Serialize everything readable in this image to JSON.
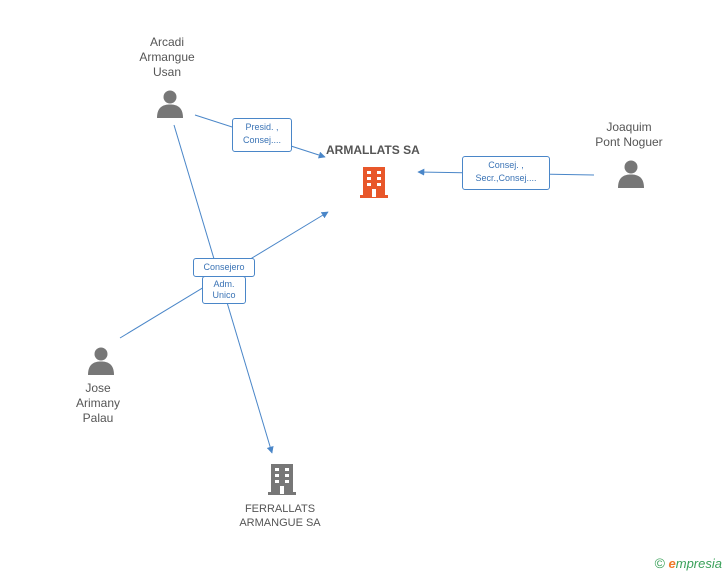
{
  "main_company": {
    "name": "ARMALLATS SA",
    "color": "#e8572a"
  },
  "persons": [
    {
      "id": "arcadi",
      "name": "Arcadi\nArmangue\nUsan"
    },
    {
      "id": "joaquim",
      "name": "Joaquim\nPont Noguer"
    },
    {
      "id": "jose",
      "name": "Jose\nArimany\nPalau"
    }
  ],
  "companies": [
    {
      "id": "ferrallats",
      "name": "FERRALLATS\nARMANGUE SA",
      "color": "#777777"
    }
  ],
  "edge_labels": [
    {
      "id": "arcadi-armallats",
      "text": "Presid. ,\nConsej...."
    },
    {
      "id": "joaquim-armallats",
      "text": "Consej. ,\nSecr.,Consej...."
    },
    {
      "id": "consejero-top",
      "text": "Consejero"
    },
    {
      "id": "consejero-bottom",
      "text": "Adm.\nUnico"
    }
  ],
  "colors": {
    "edge": "#4a86c8",
    "person_icon": "#777777"
  },
  "watermark": {
    "symbol": "©",
    "brand_initial": "e",
    "brand_rest": "mpresia"
  }
}
